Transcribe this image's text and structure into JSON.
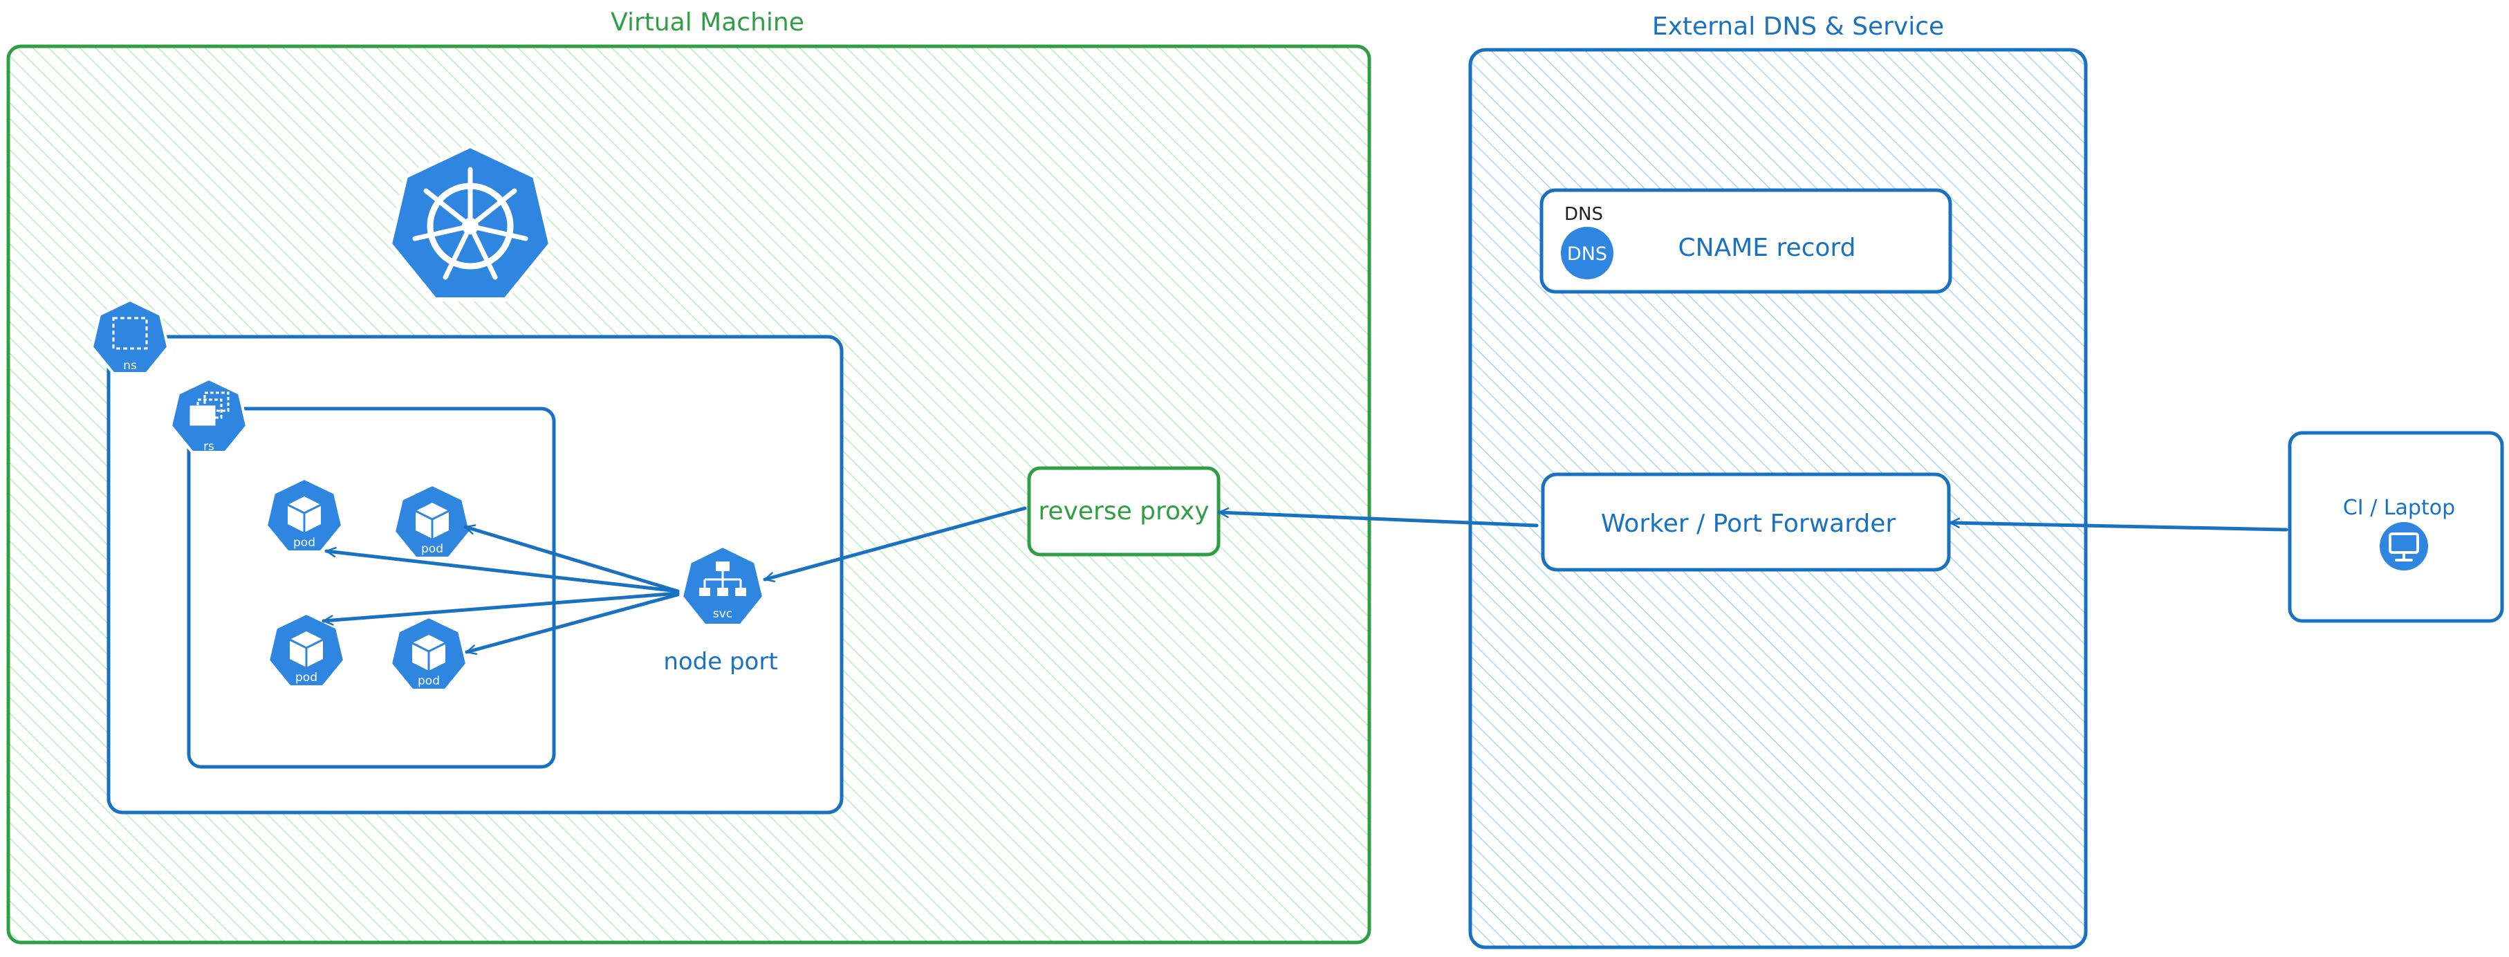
{
  "colors": {
    "vm_stroke": "#2f9e44",
    "vm_hatch": "#b2f2bb",
    "ext_stroke": "#1971c2",
    "ext_hatch": "#a5d8ff",
    "k8s_blue": "#2f86e0",
    "blue_stroke": "#1971c2",
    "green_text": "#2f9e44"
  },
  "vm": {
    "title": "Virtual Machine"
  },
  "external": {
    "title": "External DNS & Service"
  },
  "k8s": {
    "ns_label": "ns",
    "rs_label": "rs",
    "svc_label": "svc",
    "node_port": "node port",
    "pods": [
      {
        "label": "pod"
      },
      {
        "label": "pod"
      },
      {
        "label": "pod"
      },
      {
        "label": "pod"
      }
    ]
  },
  "reverse_proxy": {
    "label": "reverse proxy"
  },
  "dns": {
    "small_label": "DNS",
    "badge": "DNS",
    "record": "CNAME record"
  },
  "worker": {
    "label": "Worker / Port Forwarder"
  },
  "ci": {
    "label": "CI / Laptop"
  },
  "icons": {
    "k8s_logo": "kubernetes-helm-icon",
    "ns": "namespace-icon",
    "rs": "replicaset-icon",
    "svc": "service-icon",
    "pod": "pod-cube-icon",
    "dns": "dns-globe-icon",
    "monitor": "monitor-icon"
  }
}
